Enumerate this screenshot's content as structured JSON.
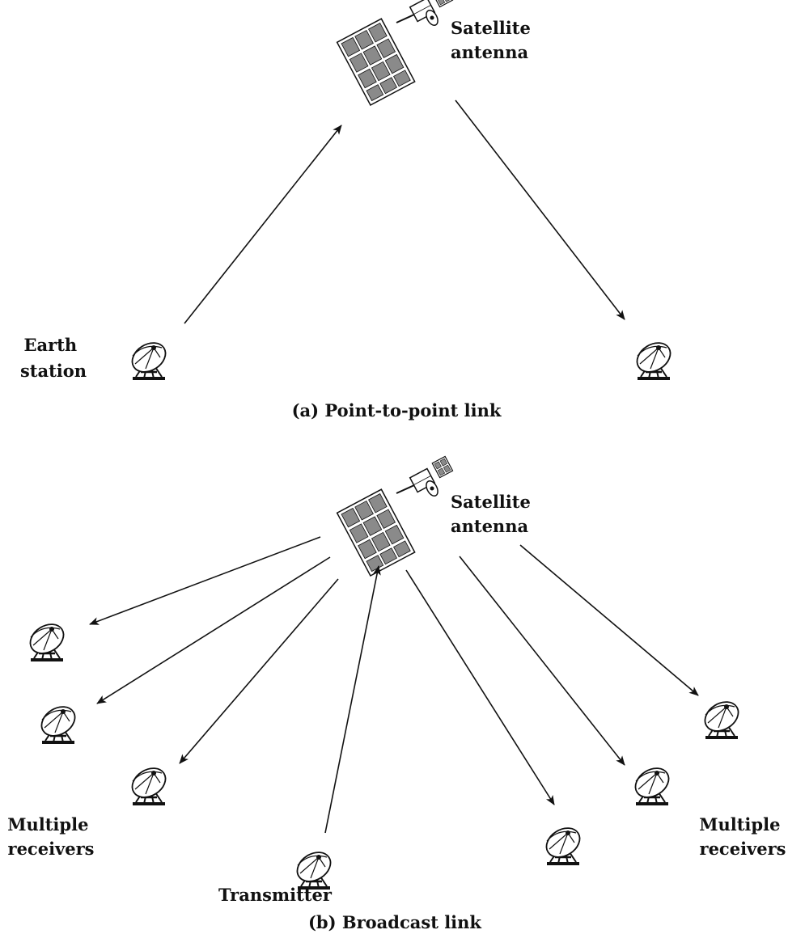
{
  "panel_a": {
    "satellite_label": [
      "Satellite",
      "antenna"
    ],
    "earth_station_label": [
      "Earth",
      "station"
    ],
    "caption": "(a) Point-to-point link"
  },
  "panel_b": {
    "satellite_label": [
      "Satellite",
      "antenna"
    ],
    "left_receivers_label": [
      "Multiple",
      "receivers"
    ],
    "right_receivers_label": [
      "Multiple",
      "receivers"
    ],
    "transmitter_label": "Transmitter",
    "caption": "(b) Broadcast link"
  }
}
